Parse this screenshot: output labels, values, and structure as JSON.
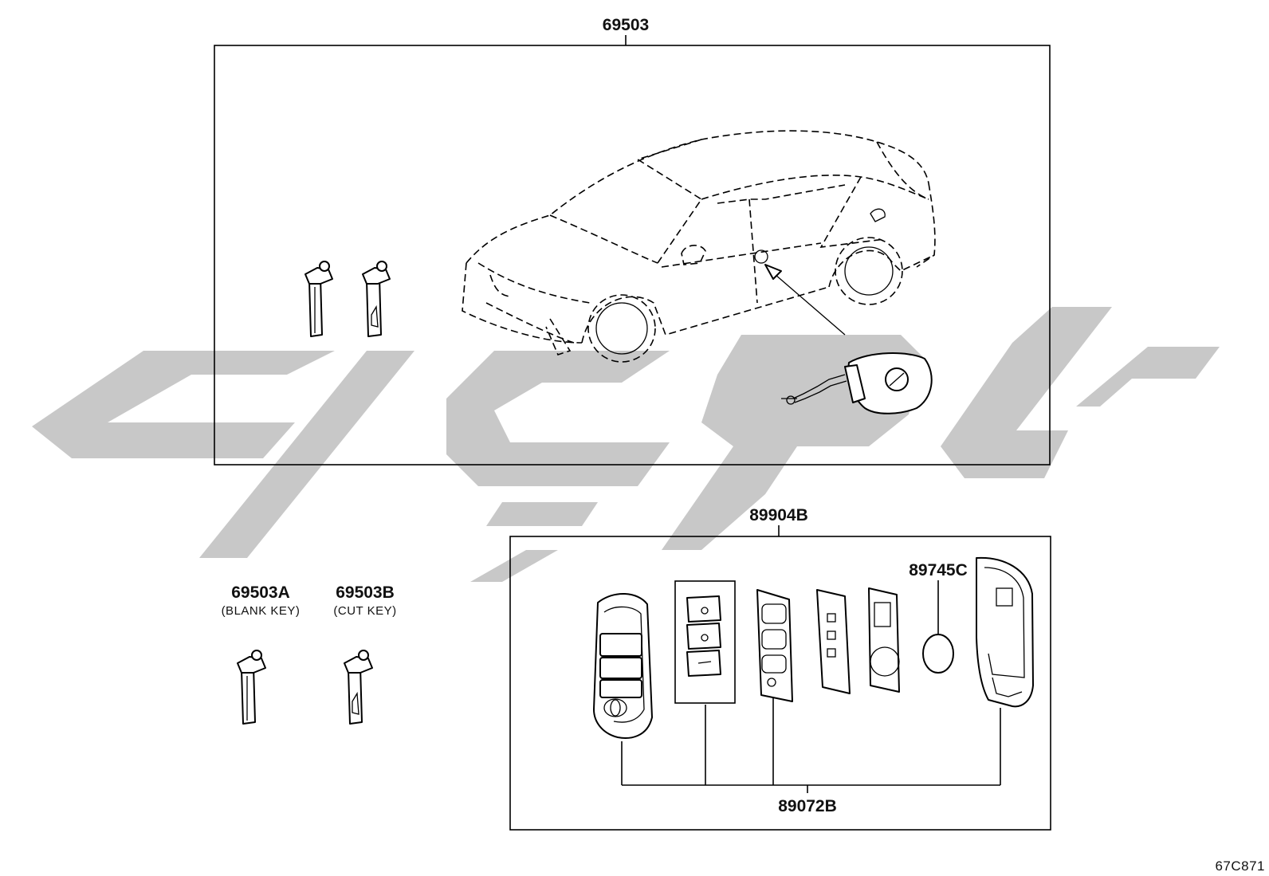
{
  "labels": {
    "kit_top": "69503",
    "blank_key_part": "69503A",
    "blank_key_desc": "(BLANK KEY)",
    "cut_key_part": "69503B",
    "cut_key_desc": "(CUT KEY)",
    "remote_set": "89904B",
    "battery": "89745C",
    "transmitter_housing": "89072B",
    "diagram_code": "67C871"
  },
  "watermark": {
    "color": "#c8c8c8"
  }
}
